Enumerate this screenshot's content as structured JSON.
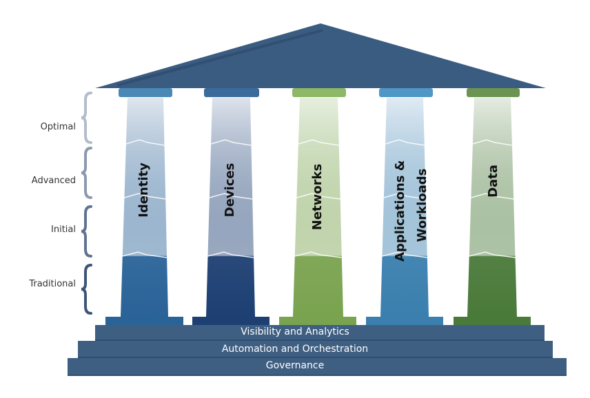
{
  "maturity_stages": [
    {
      "label": "Optimal",
      "brace_color": "#b3bccb"
    },
    {
      "label": "Advanced",
      "brace_color": "#8b9ab0"
    },
    {
      "label": "Initial",
      "brace_color": "#5f7392"
    },
    {
      "label": "Traditional",
      "brace_color": "#3d5478"
    }
  ],
  "pillars": [
    {
      "label": "Identity",
      "label_line2": "",
      "top_color": "#dfe6ee",
      "bottom_color": "#2a6398",
      "cap_color": "#4a88b5"
    },
    {
      "label": "Devices",
      "label_line2": "",
      "top_color": "#dde3ec",
      "bottom_color": "#1d3f72",
      "cap_color": "#3b6b9c"
    },
    {
      "label": "Networks",
      "label_line2": "",
      "top_color": "#e6efdf",
      "bottom_color": "#7aa34f",
      "cap_color": "#8db866"
    },
    {
      "label": "Applications &",
      "label_line2": "Workloads",
      "top_color": "#e0ebf3",
      "bottom_color": "#3a7fae",
      "cap_color": "#4f97c4"
    },
    {
      "label": "Data",
      "label_line2": "",
      "top_color": "#e5ebe2",
      "bottom_color": "#4a7a3a",
      "cap_color": "#6b9453"
    }
  ],
  "foundation": [
    {
      "label": "Visibility and Analytics"
    },
    {
      "label": "Automation and Orchestration"
    },
    {
      "label": "Governance"
    }
  ],
  "colors": {
    "roof": "#3a5c80",
    "roof_shadow": "#2d4a6c",
    "step": "#3f5f82",
    "step_edge": "#2f4d6f"
  }
}
